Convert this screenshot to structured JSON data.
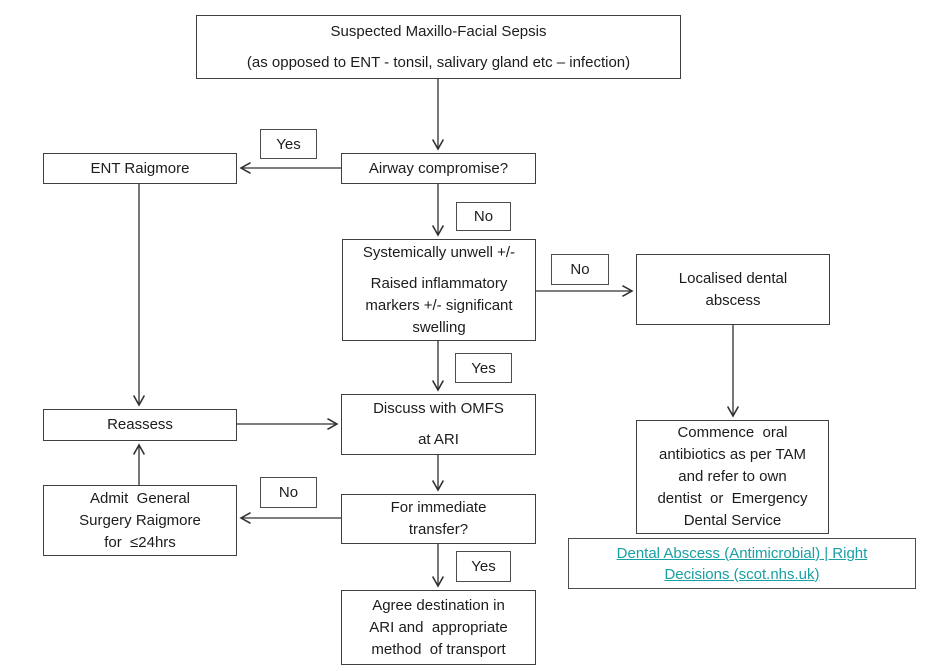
{
  "diagram": {
    "nodes": {
      "top": {
        "lines": [
          "Suspected Maxillo-Facial Sepsis",
          "(as opposed to ENT - tonsil, salivary gland etc – infection)"
        ]
      },
      "ent": {
        "lines": [
          "ENT Raigmore"
        ]
      },
      "airway": {
        "lines": [
          "Airway compromise?"
        ]
      },
      "systemic": {
        "lines": [
          "Systemically unwell +/-",
          "Raised inflammatory",
          "markers +/- significant",
          "swelling"
        ]
      },
      "localised": {
        "lines": [
          "Localised dental",
          "abscess"
        ]
      },
      "discuss": {
        "lines": [
          "Discuss with OMFS",
          "at ARI"
        ]
      },
      "reassess": {
        "lines": [
          "Reassess"
        ]
      },
      "transfer": {
        "lines": [
          "For immediate",
          "transfer?"
        ]
      },
      "admit": {
        "lines": [
          "Admit  General",
          "Surgery Raigmore",
          "for  ≤24hrs"
        ]
      },
      "agree": {
        "lines": [
          "Agree destination in",
          "ARI and  appropriate",
          "method  of transport"
        ]
      },
      "commence": {
        "lines": [
          "Commence  oral",
          "antibiotics as per TAM",
          "and refer to own",
          "dentist  or  Emergency",
          "Dental Service"
        ]
      }
    },
    "labels": {
      "yes_airway": "Yes",
      "no_airway": "No",
      "no_systemic": "No",
      "yes_systemic": "Yes",
      "no_transfer": "No",
      "yes_transfer": "Yes"
    },
    "link": {
      "lines": [
        "Dental Abscess (Antimicrobial) | Right",
        "Decisions (scot.nhs.uk)"
      ],
      "color": "#18a0a4"
    },
    "colors": {
      "box_border": "#3f3f3f",
      "arrow": "#303030",
      "text": "#1c1c1c",
      "link": "#18a0a4"
    }
  }
}
